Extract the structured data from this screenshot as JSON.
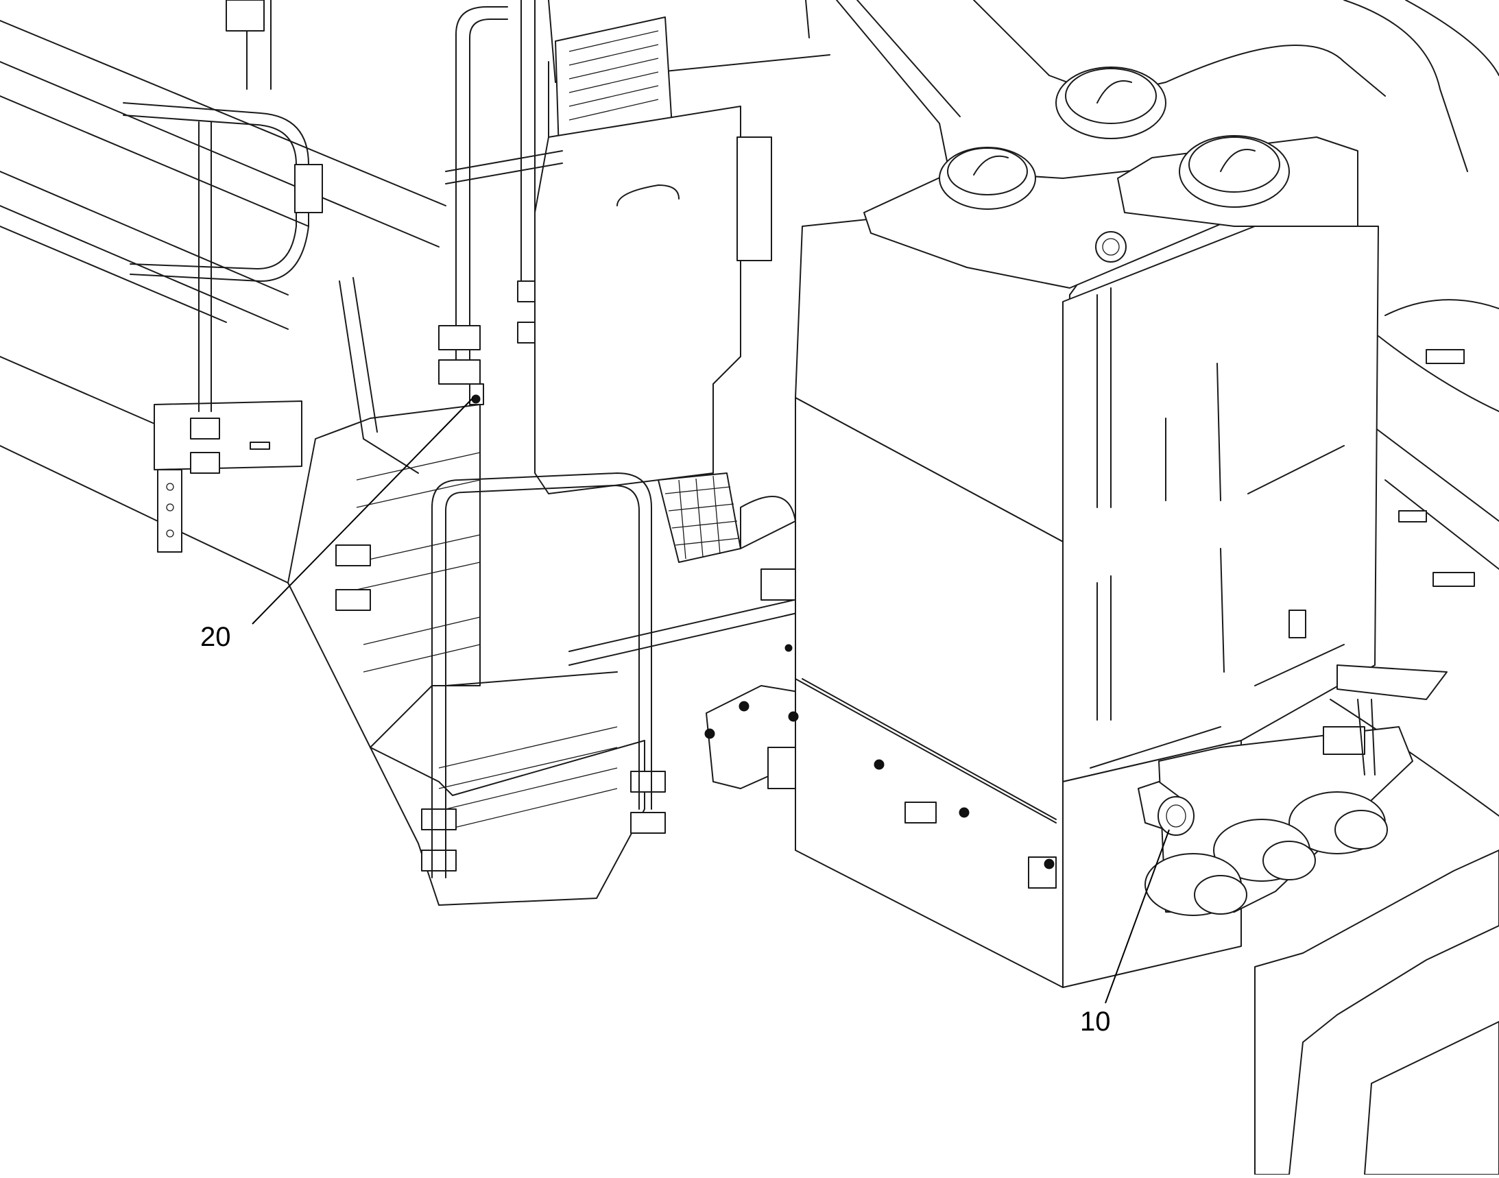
{
  "diagram": {
    "callouts": [
      {
        "id": "callout-20",
        "label": "20"
      },
      {
        "id": "callout-10",
        "label": "10"
      }
    ],
    "colors": {
      "line": "#1a1a1a",
      "background": "#ffffff"
    }
  }
}
